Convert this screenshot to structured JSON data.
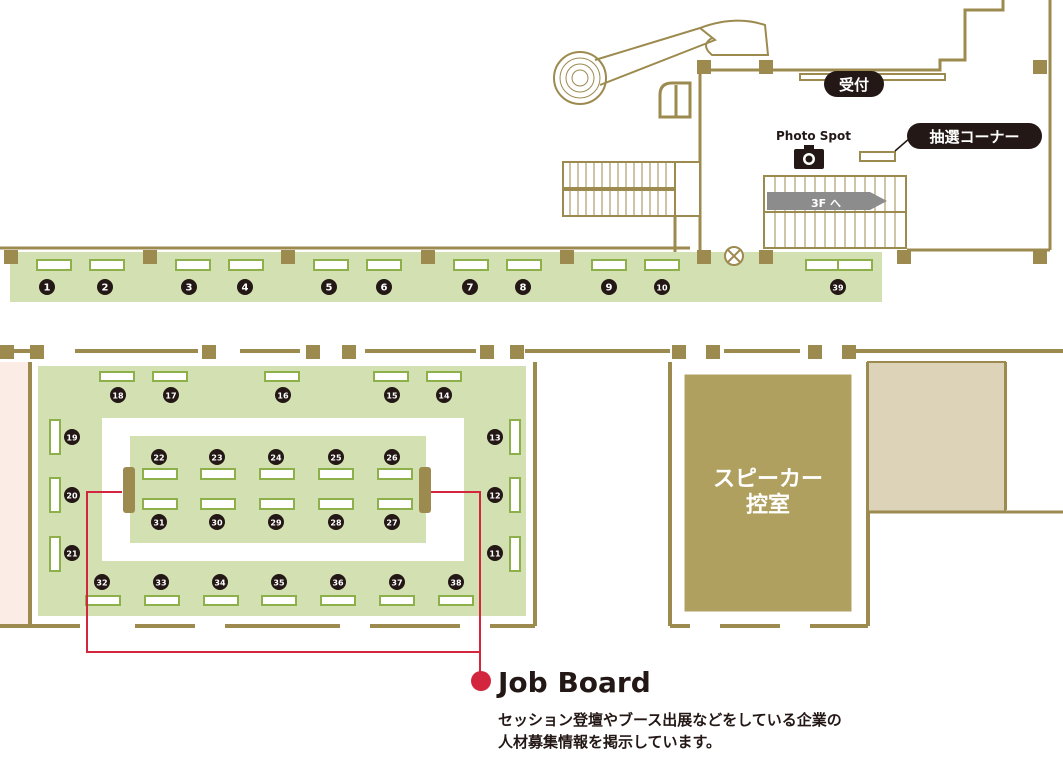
{
  "labels": {
    "reception": "受付",
    "photo_spot": "Photo Spot",
    "lottery": "抽選コーナー",
    "stairs_3f": "3F へ",
    "speaker_room_line1": "スピーカー",
    "speaker_room_line2": "控室",
    "job_board_title": "Job Board",
    "job_board_desc": "セッション登壇やブース出展などをしている企業の\n人材募集情報を掲示しています。"
  },
  "booths": [
    {
      "num": "1"
    },
    {
      "num": "2"
    },
    {
      "num": "3"
    },
    {
      "num": "4"
    },
    {
      "num": "5"
    },
    {
      "num": "6"
    },
    {
      "num": "7"
    },
    {
      "num": "8"
    },
    {
      "num": "9"
    },
    {
      "num": "10"
    },
    {
      "num": "11"
    },
    {
      "num": "12"
    },
    {
      "num": "13"
    },
    {
      "num": "14"
    },
    {
      "num": "15"
    },
    {
      "num": "16"
    },
    {
      "num": "17"
    },
    {
      "num": "18"
    },
    {
      "num": "19"
    },
    {
      "num": "20"
    },
    {
      "num": "21"
    },
    {
      "num": "22"
    },
    {
      "num": "23"
    },
    {
      "num": "24"
    },
    {
      "num": "25"
    },
    {
      "num": "26"
    },
    {
      "num": "27"
    },
    {
      "num": "28"
    },
    {
      "num": "29"
    },
    {
      "num": "30"
    },
    {
      "num": "31"
    },
    {
      "num": "32"
    },
    {
      "num": "33"
    },
    {
      "num": "34"
    },
    {
      "num": "35"
    },
    {
      "num": "36"
    },
    {
      "num": "37"
    },
    {
      "num": "38"
    },
    {
      "num": "39"
    }
  ],
  "colors": {
    "wall": "#9c8a4f",
    "floor_green": "#d3e0b2",
    "room_tan": "#b0a060",
    "room_beige": "#ddd3b8",
    "accent_red": "#d3263e",
    "badge": "#231815",
    "arrow_gray": "#8c8c8c"
  },
  "icons": [
    "camera-icon",
    "exit-icon",
    "red-dot-icon"
  ]
}
